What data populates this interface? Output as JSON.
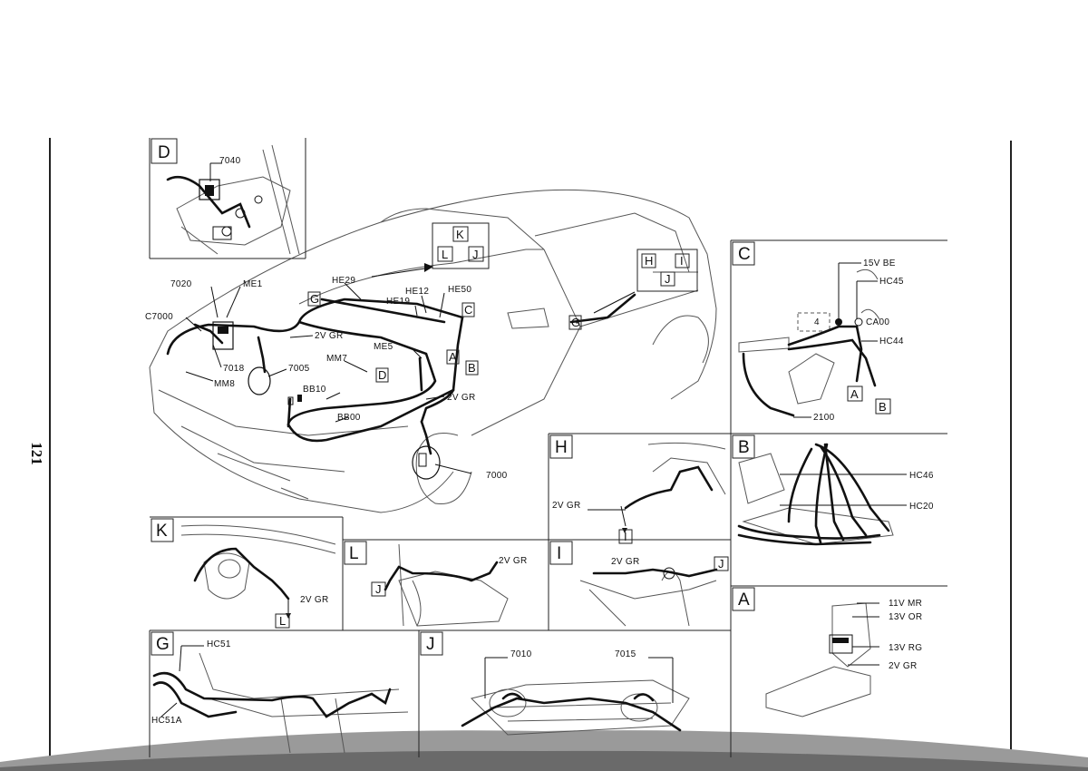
{
  "page_number": "121",
  "main_view": {
    "labels": {
      "l7020": "7020",
      "me1": "ME1",
      "c7000": "C7000",
      "l7018": "7018",
      "mm8": "MM8",
      "l7005": "7005",
      "gr2v_1": "2V GR",
      "he29": "HE29",
      "he12": "HE12",
      "he50": "HE50",
      "he19": "HE19",
      "me5": "ME5",
      "mm7": "MM7",
      "bb10": "BB10",
      "bb00": "BB00",
      "gr2v_2": "2V GR",
      "l7000": "7000"
    },
    "callouts": {
      "g1": "G",
      "c": "C",
      "a": "A",
      "b": "B",
      "d": "D",
      "g2": "G",
      "k": "K",
      "l": "L",
      "j1": "J",
      "h": "H",
      "i": "I",
      "j2": "J"
    }
  },
  "panels": {
    "D": {
      "letter": "D",
      "labels": {
        "l7040": "7040"
      }
    },
    "C": {
      "letter": "C",
      "labels": {
        "v15be": "15V BE",
        "hc45": "HC45",
        "n4": "4",
        "ca00": "CA00",
        "hc44": "HC44",
        "l2100": "2100",
        "a": "A",
        "b": "B"
      }
    },
    "B": {
      "letter": "B",
      "labels": {
        "hc46": "HC46",
        "hc20": "HC20"
      }
    },
    "A": {
      "letter": "A",
      "labels": {
        "v11mr": "11V MR",
        "v13or": "13V OR",
        "v13rg": "13V RG",
        "v2gr": "2V GR"
      }
    },
    "H": {
      "letter": "H",
      "labels": {
        "gr": "2V GR",
        "i": "I"
      }
    },
    "K": {
      "letter": "K",
      "labels": {
        "gr": "2V GR",
        "l": "L"
      }
    },
    "L": {
      "letter": "L",
      "labels": {
        "gr": "2V GR",
        "j": "J"
      }
    },
    "I": {
      "letter": "I",
      "labels": {
        "gr": "2V GR",
        "j": "J"
      }
    },
    "G": {
      "letter": "G",
      "labels": {
        "hc51": "HC51",
        "hc51a": "HC51A"
      }
    },
    "J": {
      "letter": "J",
      "labels": {
        "l7010": "7010",
        "l7015": "7015"
      }
    }
  }
}
